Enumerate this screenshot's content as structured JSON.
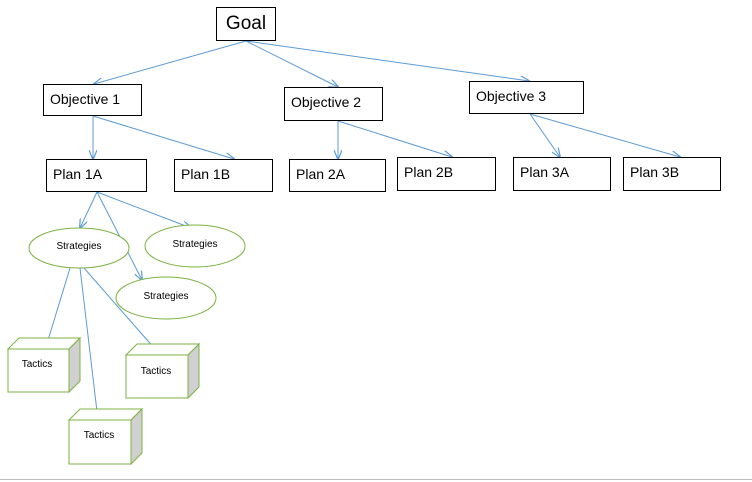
{
  "diagram": {
    "goal": {
      "label": "Goal"
    },
    "objectives": [
      {
        "label": "Objective 1"
      },
      {
        "label": "Objective 2"
      },
      {
        "label": "Objective 3"
      }
    ],
    "plans": [
      {
        "label": "Plan 1A"
      },
      {
        "label": "Plan 1B"
      },
      {
        "label": "Plan 2A"
      },
      {
        "label": "Plan 2B"
      },
      {
        "label": "Plan 3A"
      },
      {
        "label": "Plan 3B"
      }
    ],
    "strategies": [
      {
        "label": "Strategies"
      },
      {
        "label": "Strategies"
      },
      {
        "label": "Strategies"
      }
    ],
    "tactics": [
      {
        "label": "Tactics"
      },
      {
        "label": "Tactics"
      },
      {
        "label": "Tactics"
      }
    ]
  },
  "colors": {
    "connector": "#5b9bd5",
    "box_border": "#000000",
    "oval_border": "#7cb342",
    "cube_border": "#7cb342",
    "cube_side": "#d0d0d0"
  }
}
